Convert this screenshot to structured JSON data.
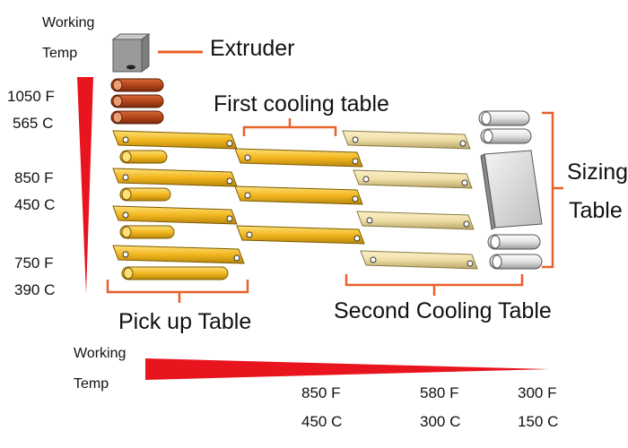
{
  "labels": {
    "working_temp_top_line1": "Working",
    "working_temp_top_line2": "Temp",
    "working_temp_bottom_line1": "Working",
    "working_temp_bottom_line2": "Temp",
    "extruder": "Extruder",
    "first_cooling_table": "First cooling table",
    "sizing_line1": "Sizing",
    "sizing_line2": "Table",
    "pick_up_table": "Pick up Table",
    "second_cooling_table": "Second Cooling Table"
  },
  "vertical_temps": [
    {
      "f": "1050 F",
      "c": "565 C"
    },
    {
      "f": "850 F",
      "c": "450 C"
    },
    {
      "f": "750 F",
      "c": "390 C"
    }
  ],
  "horizontal_temps": [
    {
      "f": "850 F",
      "c": "450 C"
    },
    {
      "f": "580 F",
      "c": "300 C"
    },
    {
      "f": "300 F",
      "c": "150 C"
    }
  ],
  "colors": {
    "gradient_red": "#e8141e",
    "bracket_orange": "#e8602a",
    "hot_bar": "#b5441a",
    "gold_bar": "#f3b71f",
    "pale_bar": "#efdfa6",
    "sizing_gray": "#d6d6d6",
    "extruder_gray": "#9a9a9a"
  }
}
